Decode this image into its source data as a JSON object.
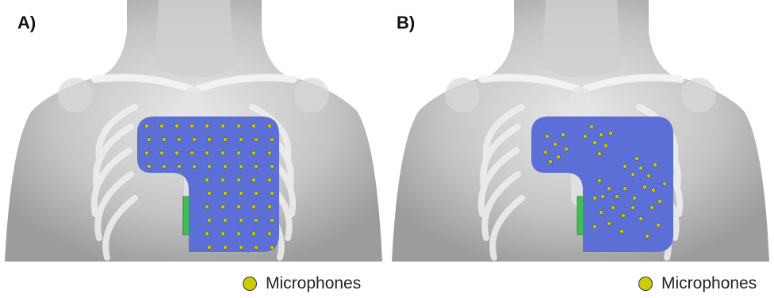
{
  "panels": [
    {
      "label": "A)",
      "legend_label": "Microphones",
      "layout": "grid"
    },
    {
      "label": "B)",
      "legend_label": "Microphones",
      "layout": "clustered"
    }
  ],
  "colors": {
    "patch": "#5b6fd6",
    "microphone": "#cccc00",
    "electrode": "#3fbf4f",
    "body": "#b0b0b0"
  }
}
